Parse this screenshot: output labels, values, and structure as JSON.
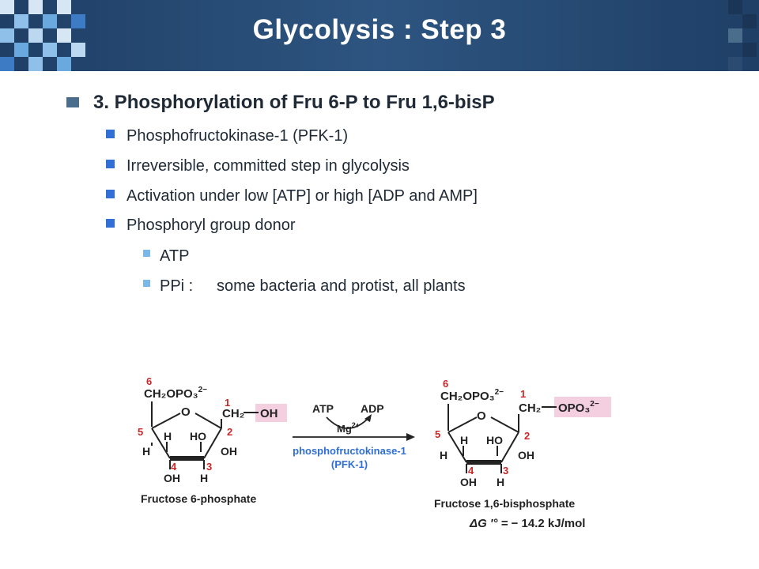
{
  "title": "Glycolysis : Step 3",
  "bullet_main": "3. Phosphorylation of Fru 6-P to Fru 1,6-bisP",
  "sub_bullets": [
    "Phosphofructokinase-1 (PFK-1)",
    "Irreversible, committed step in glycolysis",
    "Activation under low [ATP] or high [ADP and AMP]",
    "Phosphoryl group donor"
  ],
  "donors": [
    {
      "label": "ATP",
      "desc": ""
    },
    {
      "label": "PPi :",
      "desc": "some bacteria and protist, all plants"
    }
  ],
  "diagram": {
    "reactant_name": "Fructose 6-phosphate",
    "product_name": "Fructose 1,6-bisphosphate",
    "cofactor_in": "ATP",
    "cofactor_out": "ADP",
    "mg": "Mg",
    "mg_charge": "2+",
    "enzyme_line1": "phosphofructokinase-1",
    "enzyme_line2": "(PFK-1)",
    "delta_g_lhs": "ΔG ′° = ",
    "delta_g_value": "− 14.2 kJ/mol",
    "ring_o": "O",
    "c6_group": "CH₂OPO₃",
    "c1_group": "CH₂",
    "oh_group": "OH",
    "opo3_group": "OPO₃",
    "phosphate_charge": "2−",
    "h": "H",
    "ho": "HO",
    "oh": "OH",
    "carbon_numbers": [
      "1",
      "2",
      "3",
      "4",
      "5",
      "6"
    ],
    "colors": {
      "carbon_numbers": "#c8282a",
      "enzyme": "#2f6fd6",
      "highlight": "#f3cfe0",
      "header": "#2d5580"
    }
  }
}
